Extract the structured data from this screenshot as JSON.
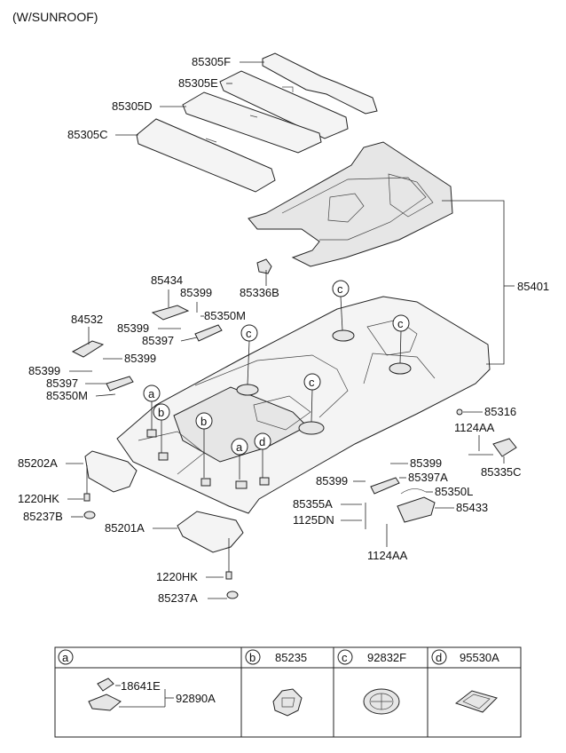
{
  "header": {
    "title": "(W/SUNROOF)"
  },
  "callouts": [
    {
      "id": "c-85305F",
      "text": "85305F"
    },
    {
      "id": "c-85305E",
      "text": "85305E"
    },
    {
      "id": "c-85305D",
      "text": "85305D"
    },
    {
      "id": "c-85305C",
      "text": "85305C"
    },
    {
      "id": "c-85401",
      "text": "85401"
    },
    {
      "id": "c-85336B",
      "text": "85336B"
    },
    {
      "id": "c-85434",
      "text": "85434"
    },
    {
      "id": "c-85399-1",
      "text": "85399"
    },
    {
      "id": "c-85399-2",
      "text": "85399"
    },
    {
      "id": "c-85350M-1",
      "text": "85350M"
    },
    {
      "id": "c-85397-1",
      "text": "85397"
    },
    {
      "id": "c-84532",
      "text": "84532"
    },
    {
      "id": "c-85399-3",
      "text": "85399"
    },
    {
      "id": "c-85399-4",
      "text": "85399"
    },
    {
      "id": "c-85397-2",
      "text": "85397"
    },
    {
      "id": "c-85350M-2",
      "text": "85350M"
    },
    {
      "id": "c-85316",
      "text": "85316"
    },
    {
      "id": "c-1124AA-1",
      "text": "1124AA"
    },
    {
      "id": "c-85335C",
      "text": "85335C"
    },
    {
      "id": "c-85202A",
      "text": "85202A"
    },
    {
      "id": "c-1220HK-1",
      "text": "1220HK"
    },
    {
      "id": "c-85237B",
      "text": "85237B"
    },
    {
      "id": "c-85201A",
      "text": "85201A"
    },
    {
      "id": "c-1220HK-2",
      "text": "1220HK"
    },
    {
      "id": "c-85237A",
      "text": "85237A"
    },
    {
      "id": "c-85399-5",
      "text": "85399"
    },
    {
      "id": "c-85397A",
      "text": "85397A"
    },
    {
      "id": "c-85399-6",
      "text": "85399"
    },
    {
      "id": "c-85350L",
      "text": "85350L"
    },
    {
      "id": "c-85355A",
      "text": "85355A"
    },
    {
      "id": "c-85433",
      "text": "85433"
    },
    {
      "id": "c-1125DN",
      "text": "1125DN"
    },
    {
      "id": "c-1124AA-2",
      "text": "1124AA"
    }
  ],
  "markers": [
    "a",
    "a",
    "b",
    "b",
    "c",
    "c",
    "c",
    "c",
    "d"
  ],
  "legend": {
    "cells": [
      {
        "key": "a",
        "part": ""
      },
      {
        "key": "b",
        "part": "85235"
      },
      {
        "key": "c",
        "part": "92832F"
      },
      {
        "key": "d",
        "part": "95530A"
      }
    ],
    "sub_a": {
      "item1": "18641E",
      "item2": "92890A"
    }
  }
}
